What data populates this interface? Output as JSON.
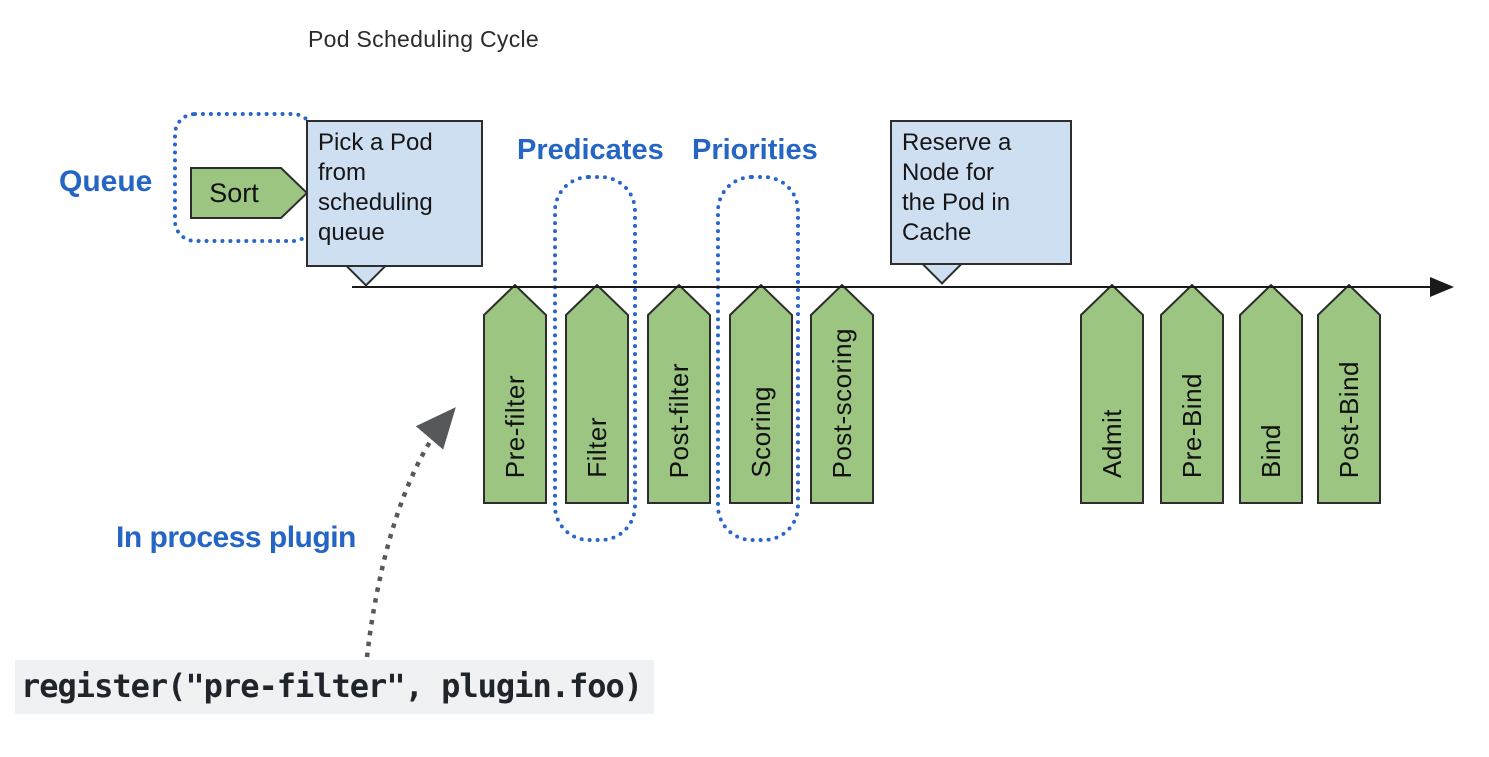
{
  "title": "Pod Scheduling Cycle",
  "annotations": {
    "queue": "Queue",
    "predicates": "Predicates",
    "priorities": "Priorities",
    "in_process_plugin": "In process plugin"
  },
  "queue_plugin": {
    "label": "Sort"
  },
  "callouts": {
    "pick_pod": {
      "lines": [
        "Pick a Pod",
        "from",
        "scheduling",
        "queue"
      ]
    },
    "reserve_node": {
      "lines": [
        "Reserve a",
        "Node for",
        "the Pod in",
        "Cache"
      ]
    }
  },
  "stages": [
    {
      "label": "Pre-filter"
    },
    {
      "label": "Filter"
    },
    {
      "label": "Post-filter"
    },
    {
      "label": "Scoring"
    },
    {
      "label": "Post-scoring"
    },
    {
      "label": "Admit"
    },
    {
      "label": "Pre-Bind"
    },
    {
      "label": "Bind"
    },
    {
      "label": "Post-Bind"
    }
  ],
  "code_snippet": {
    "text": "register(\"pre-filter\", plugin.foo)"
  },
  "colors": {
    "stage_fill": "#9CC582",
    "stage_border": "#2D2D2D",
    "callout_fill": "#CEDFF2",
    "accent_blue": "#2565C3",
    "dotted_outline_blue": "#2A65C8",
    "arrow_gray": "#57585A",
    "code_background": "#F0F1F2"
  }
}
